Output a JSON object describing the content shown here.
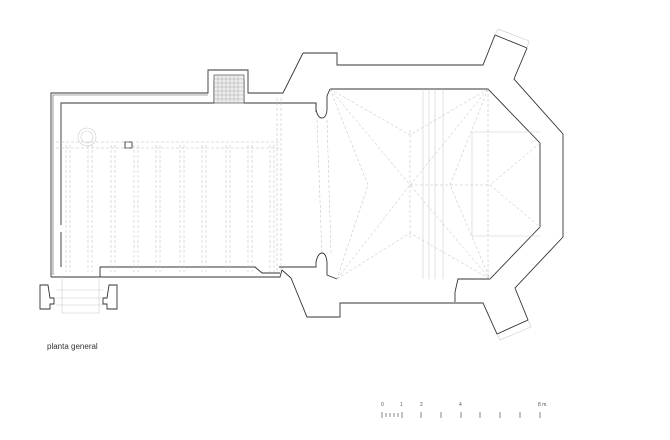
{
  "caption": "planta general",
  "scale": {
    "labels": [
      "0",
      "1",
      "2",
      "4",
      "8 m."
    ],
    "values_m": [
      0,
      1,
      2,
      4,
      8
    ]
  },
  "colors": {
    "wall": "#333333",
    "hidden": "#bbbbbb"
  }
}
